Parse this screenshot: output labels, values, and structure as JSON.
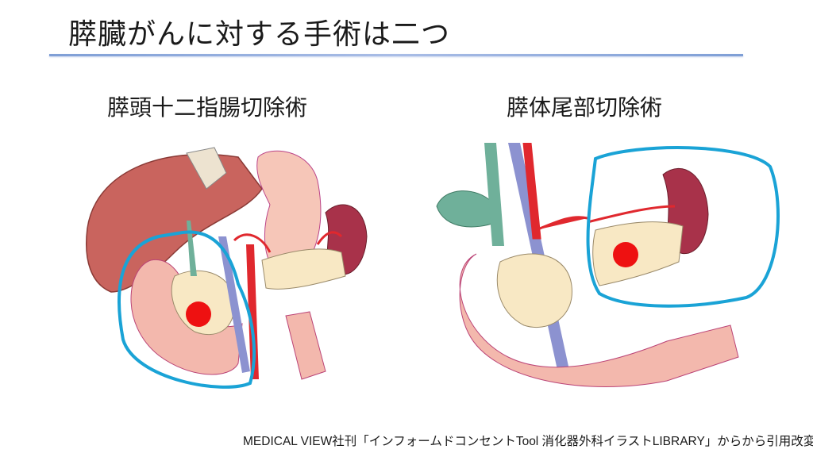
{
  "slide": {
    "title": "膵臓がんに対する手術は二つ",
    "procedures": [
      {
        "label": "膵頭十二指腸切除術"
      },
      {
        "label": "膵体尾部切除術"
      }
    ],
    "citation": "MEDICAL VIEW社刊「インフォームドコンセントTool 消化器外科イラストLIBRARY」からから引用改変",
    "colors": {
      "resection_outline": "#1aa3d6",
      "tumor": "#ee1111",
      "pancreas": "#f8e8c4",
      "organ": "#f3b8ad",
      "liver": "#c9645e",
      "artery": "#e0282e",
      "vein": "#8c92d0",
      "bile_duct": "#6fb09a",
      "spleen": "#a8324a"
    }
  }
}
